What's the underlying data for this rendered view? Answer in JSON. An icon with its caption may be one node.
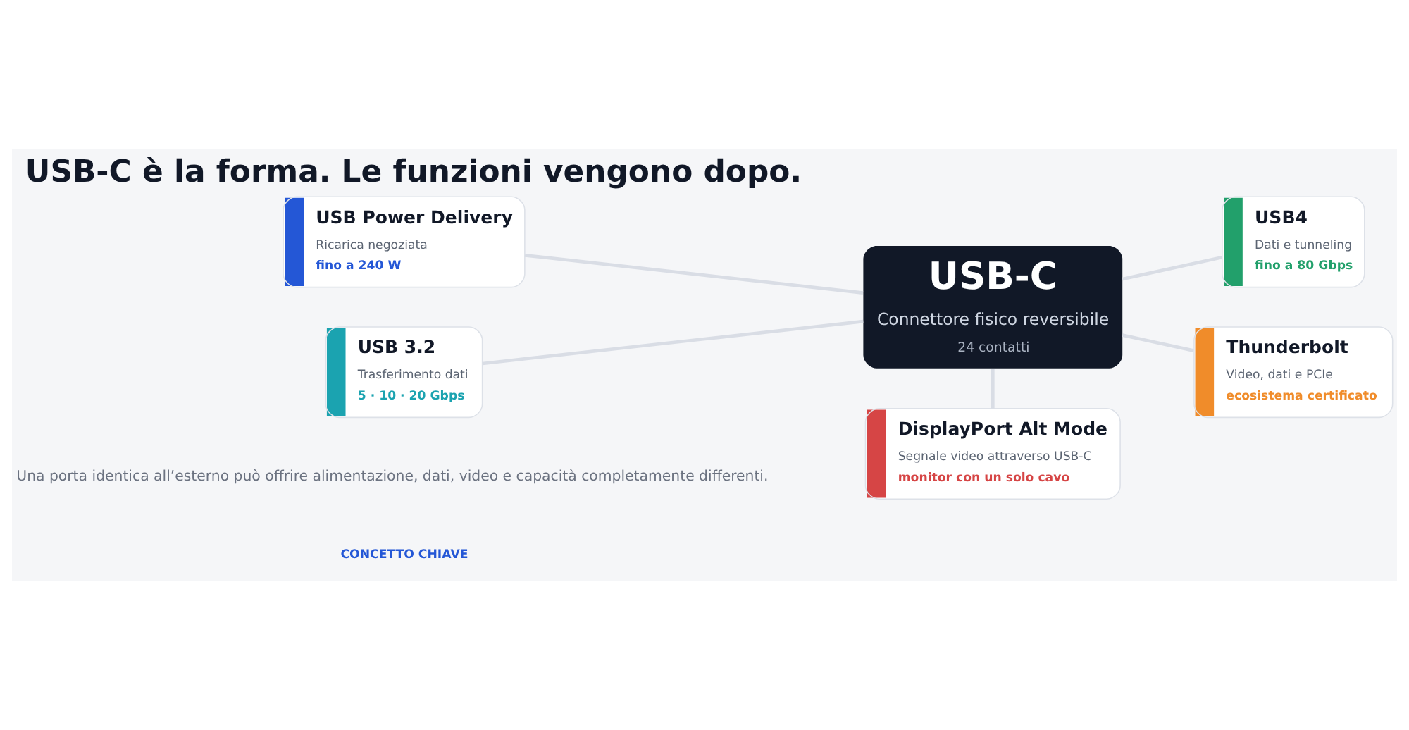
{
  "diagram": {
    "title": "USB-C è la forma. Le funzioni vengono dopo.",
    "nodes": [
      {
        "text": [
          "USB Power Delivery",
          "Ricarica negoziata",
          "fino a 240 W"
        ]
      },
      {
        "text": [
          "USB-C",
          "Connettore fisico reversibile",
          "24 contatti"
        ]
      },
      {
        "text": [
          "USB4",
          "Dati e tunneling",
          "fino a 80 Gbps"
        ]
      },
      {
        "text": [
          "USB 3.2",
          "Trasferimento dati",
          "5 · 10 · 20 Gbps"
        ]
      },
      {
        "text": [
          "Thunderbolt",
          "Video, dati e PCIe",
          "ecosistema certificato"
        ]
      },
      {
        "text": [
          "DisplayPort Alt Mode",
          "Segnale video attraverso USB-C",
          "monitor con un solo cavo"
        ]
      }
    ],
    "edges": [
      {
        "from": 0,
        "to": 1,
        "arrow": "none"
      },
      {
        "from": 3,
        "to": 1,
        "arrow": "none"
      },
      {
        "from": 1,
        "to": 2,
        "arrow": "none"
      },
      {
        "from": 1,
        "to": 4,
        "arrow": "none"
      },
      {
        "from": 1,
        "to": 5,
        "arrow": "none"
      }
    ],
    "labels": [
      "CONCETTO CHIAVE",
      "Una porta identica all’esterno può offrire alimentazione, dati, video e capacità completamente differenti."
    ]
  }
}
